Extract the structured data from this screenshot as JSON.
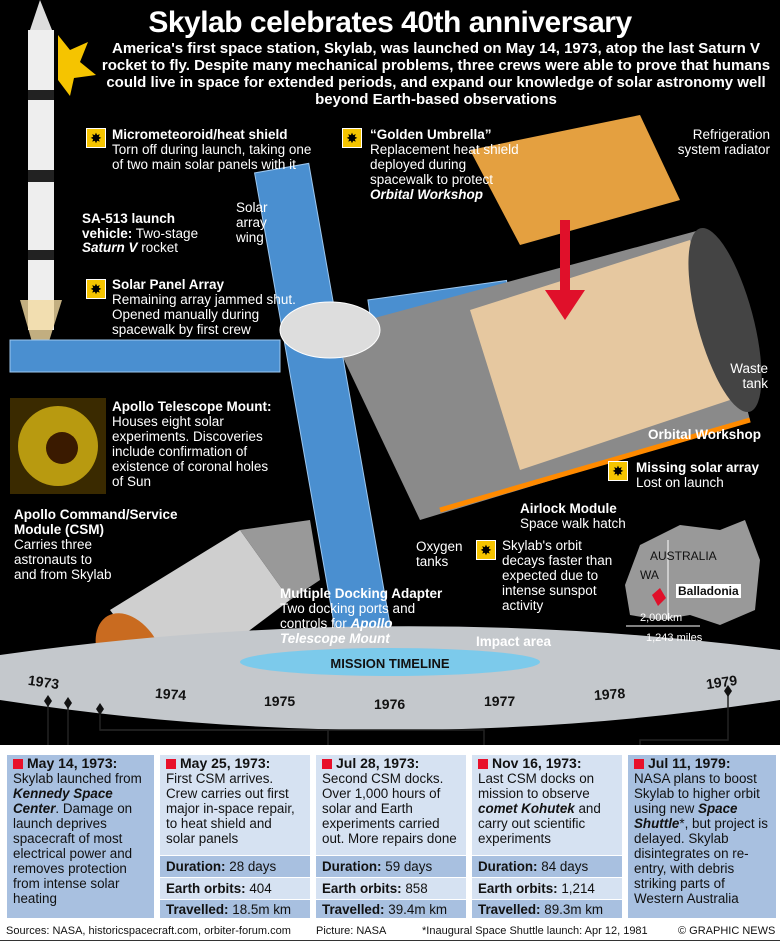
{
  "title": "Skylab celebrates 40th anniversary",
  "intro": "America's first space station, Skylab, was launched on May 14, 1973, atop the last Saturn V rocket to fly. Despite many mechanical problems, three crews were able to prove that humans could live in space for extended periods, and expand our knowledge of solar astronomy well beyond Earth-based observations",
  "labels": {
    "micrometeoroid": {
      "title": "Micrometeoroid/heat shield",
      "text": "Torn off during launch, taking one of two main solar panels with it",
      "icon": "explosion-icon"
    },
    "sa513": {
      "title": "SA-513 launch vehicle:",
      "text": "Two-stage",
      "em": "Saturn V",
      "tail": "rocket"
    },
    "solar_wing": "Solar array wing",
    "golden_umbrella": {
      "title": "“Golden Umbrella”",
      "text": "Replacement heat shield deployed during spacewalk to protect",
      "em": "Orbital Workshop",
      "icon": "explosion-icon"
    },
    "refrigeration": "Refrigeration system radiator",
    "solar_panel_array": {
      "title": "Solar Panel Array",
      "text": "Remaining array jammed shut. Opened manually during spacewalk by first crew",
      "icon": "explosion-icon"
    },
    "atm": {
      "title": "Apollo Telescope Mount:",
      "text": "Houses eight solar experiments. Discoveries include confirmation of existence of coronal holes of Sun"
    },
    "csm": {
      "title": "Apollo Command/Service Module (CSM)",
      "text": "Carries three astronauts to and from Skylab"
    },
    "waste_tank": "Waste tank",
    "orbital_workshop": "Orbital Workshop",
    "missing_array": {
      "title": "Missing solar array",
      "text": "Lost on launch",
      "icon": "explosion-icon"
    },
    "airlock": {
      "title": "Airlock Module",
      "text": "Space walk hatch"
    },
    "oxygen": "Oxygen tanks",
    "orbit": {
      "text": "Skylab's orbit decays faster than expected due to intense sunspot activity",
      "icon": "explosion-icon"
    },
    "mda": {
      "title": "Multiple Docking Adapter",
      "text": "Two docking ports and controls for",
      "em": "Apollo Telescope Mount"
    },
    "impact": "Impact area"
  },
  "map": {
    "country": "AUSTRALIA",
    "state": "WA",
    "site": "Balladonia",
    "scale_km": "2,000km",
    "scale_mi": "1,243 miles"
  },
  "timeline": {
    "title": "MISSION TIMELINE",
    "years": [
      "1973",
      "1974",
      "1975",
      "1976",
      "1977",
      "1978",
      "1979"
    ]
  },
  "events": [
    {
      "date": "May 14, 1973:",
      "text": "Skylab launched from",
      "em": "Kennedy Space Center",
      "tail": ". Damage on launch deprives spacecraft of most electrical power and removes protection from intense solar heating"
    },
    {
      "date": "May 25, 1973:",
      "text": "First CSM arrives. Crew carries out first major in-space repair, to heat shield and solar panels",
      "duration": "28 days",
      "orbits": "404",
      "travelled": "18.5m km"
    },
    {
      "date": "Jul 28, 1973:",
      "text": "Second CSM docks. Over 1,000 hours of solar and Earth experiments carried out. More repairs done",
      "duration": "59 days",
      "orbits": "858",
      "travelled": "39.4m km"
    },
    {
      "date": "Nov 16, 1973:",
      "text": "Last CSM docks on mission to observe",
      "em": "comet Kohutek",
      "tail": " and carry out scientific experiments",
      "duration": "84 days",
      "orbits": "1,214",
      "travelled": "89.3m km"
    },
    {
      "date": "Jul 11, 1979:",
      "text": "NASA plans to boost Skylab to higher orbit using new",
      "em": "Space Shuttle",
      "tail": "*, but project is delayed. Skylab disintegrates on re-entry, with debris striking parts of Western Australia"
    }
  ],
  "stat_labels": {
    "duration": "Duration:",
    "orbits": "Earth orbits:",
    "travelled": "Travelled:"
  },
  "footer": {
    "sources": "Sources: NASA, historicspacecraft.com, orbiter-forum.com",
    "picture": "Picture: NASA",
    "note": "*Inaugural Space Shuttle launch: Apr 12, 1981",
    "credit": "© GRAPHIC NEWS"
  }
}
